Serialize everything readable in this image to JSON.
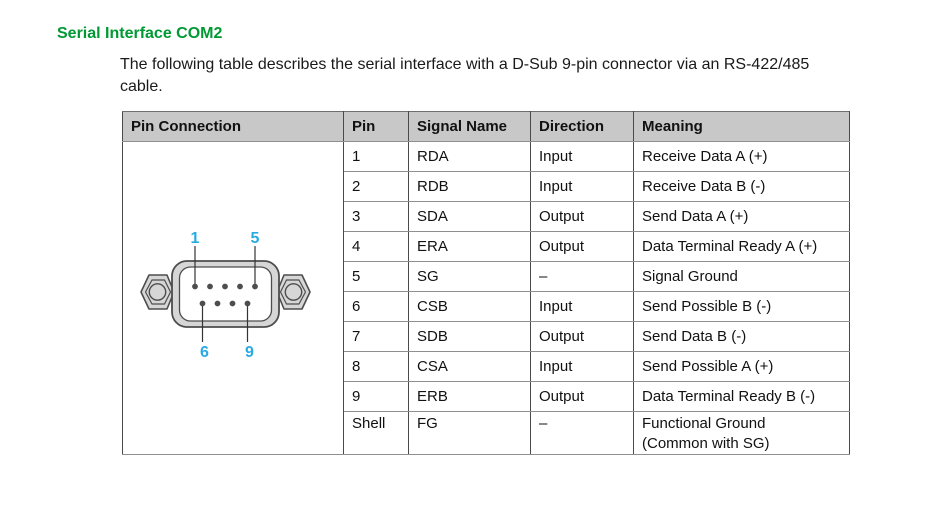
{
  "heading": {
    "title": "Serial Interface COM2",
    "color": "#009933"
  },
  "intro": {
    "lines": [
      "The following table describes the serial interface with a D-Sub 9-pin connector via an RS-422/485",
      "cable."
    ]
  },
  "table": {
    "headers": [
      "Pin Connection",
      "Pin",
      "Signal Name",
      "Direction",
      "Meaning"
    ],
    "header_bg": "#c8c8c8",
    "border_color": "#4a4a4a",
    "rows": [
      {
        "pin": "1",
        "signal": "RDA",
        "direction": "Input",
        "meaning": "Receive Data A (+)"
      },
      {
        "pin": "2",
        "signal": "RDB",
        "direction": "Input",
        "meaning": "Receive Data B (-)"
      },
      {
        "pin": "3",
        "signal": "SDA",
        "direction": "Output",
        "meaning": "Send Data A (+)"
      },
      {
        "pin": "4",
        "signal": "ERA",
        "direction": "Output",
        "meaning": "Data Terminal Ready A (+)"
      },
      {
        "pin": "5",
        "signal": "SG",
        "direction": "–",
        "meaning": "Signal Ground"
      },
      {
        "pin": "6",
        "signal": "CSB",
        "direction": "Input",
        "meaning": "Send Possible B (-)"
      },
      {
        "pin": "7",
        "signal": "SDB",
        "direction": "Output",
        "meaning": "Send Data B (-)"
      },
      {
        "pin": "8",
        "signal": "CSA",
        "direction": "Input",
        "meaning": "Send Possible A (+)"
      },
      {
        "pin": "9",
        "signal": "ERB",
        "direction": "Output",
        "meaning": "Data Terminal Ready B (-)"
      },
      {
        "pin": "Shell",
        "signal": "FG",
        "direction": "–",
        "meaning": "Functional Ground\n(Common with SG)"
      }
    ]
  },
  "connector": {
    "description": "D-Sub 9-pin male connector front view",
    "labels": {
      "pin1": "1",
      "pin5": "5",
      "pin6": "6",
      "pin9": "9"
    },
    "label_color": "#29abe2",
    "body_color": "#d6d6d6",
    "outline_color": "#4d4d4d",
    "pin_color": "#4d4d4d"
  }
}
